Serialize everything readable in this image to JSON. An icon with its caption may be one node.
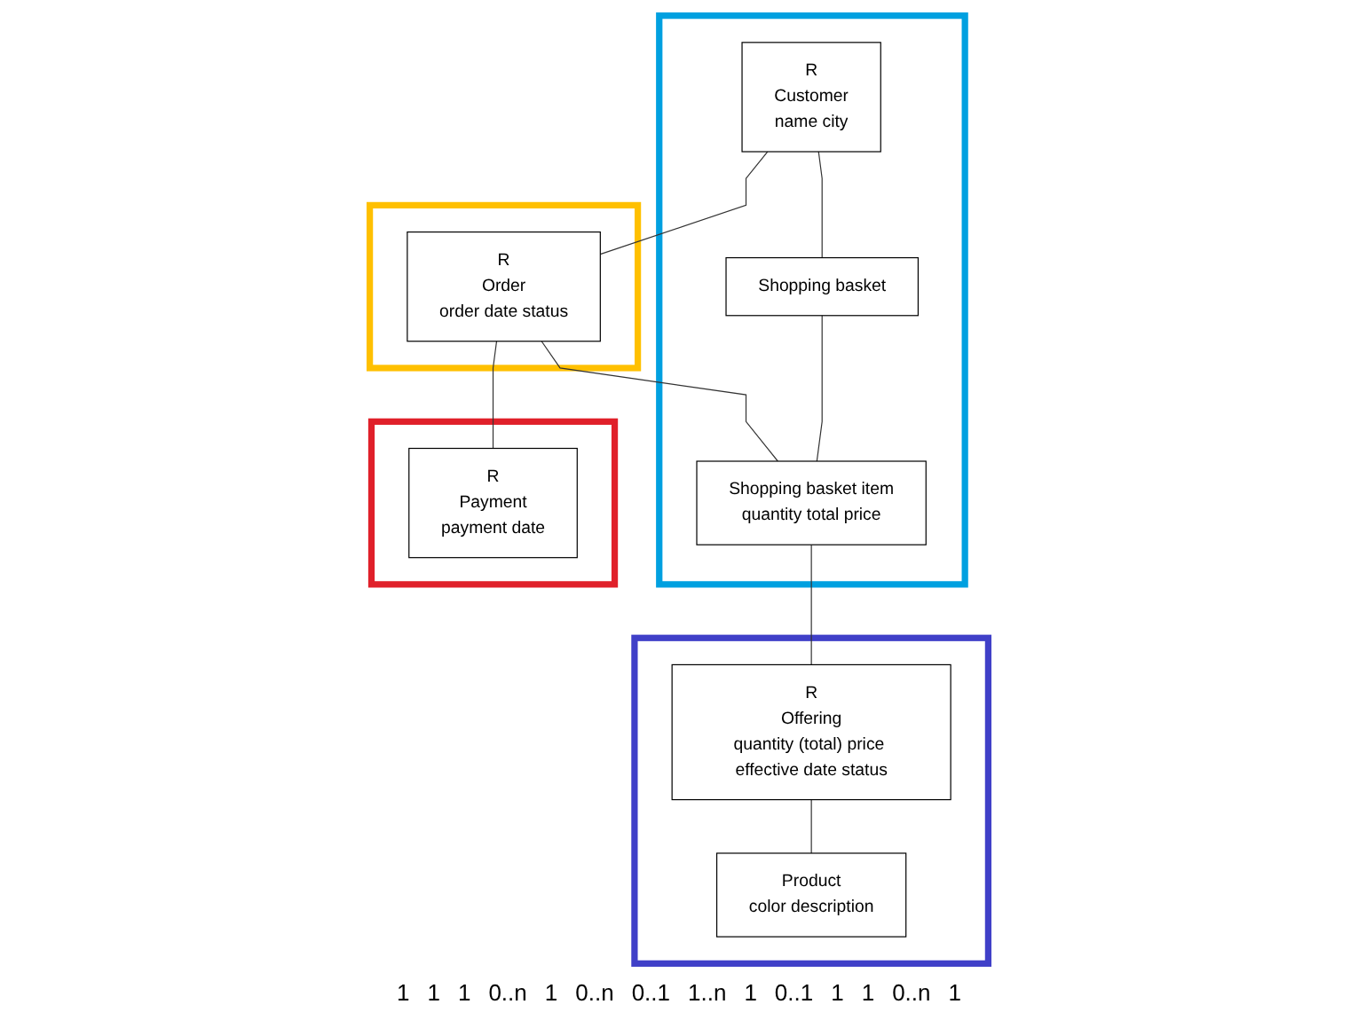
{
  "diagram": {
    "nodes": [
      {
        "text": [],
        "shape": "box"
      },
      {
        "text": [
          "R",
          "Customer",
          "name city"
        ],
        "in": 0
      },
      {
        "text": [
          "Shopping basket"
        ],
        "in": 0
      },
      {
        "text": [
          "Shopping basket item",
          "quantity total price"
        ],
        "in": 0
      },
      {
        "text": [],
        "shape": "box"
      },
      {
        "text": [
          "R",
          "Order",
          "order date status"
        ],
        "in": 4
      },
      {
        "text": [],
        "shape": "box"
      },
      {
        "text": [
          "R",
          "Payment",
          "payment date"
        ],
        "in": 6
      },
      {
        "text": [],
        "shape": "box"
      },
      {
        "text": [
          "R",
          "Offering",
          "quantity (total) price effective date status"
        ],
        "in": 8
      },
      {
        "text": [
          "Product",
          "color description"
        ],
        "in": 8
      }
    ],
    "edges": [
      {
        "from": 1,
        "to": 2,
        "arrow": "none"
      },
      {
        "from": 2,
        "to": 3,
        "arrow": "none"
      },
      {
        "from": 1,
        "to": 5,
        "arrow": "none"
      },
      {
        "from": 5,
        "to": 3,
        "arrow": "none"
      },
      {
        "from": 5,
        "to": 7,
        "arrow": "none"
      },
      {
        "from": 3,
        "to": 9,
        "arrow": "none"
      },
      {
        "from": 9,
        "to": 10,
        "arrow": "none"
      }
    ],
    "labels": [
      "1",
      "1",
      "1",
      "0..n",
      "1",
      "0..n",
      "0..1",
      "1..n",
      "1",
      "0..1",
      "1",
      "1",
      "0..n",
      "1"
    ]
  }
}
